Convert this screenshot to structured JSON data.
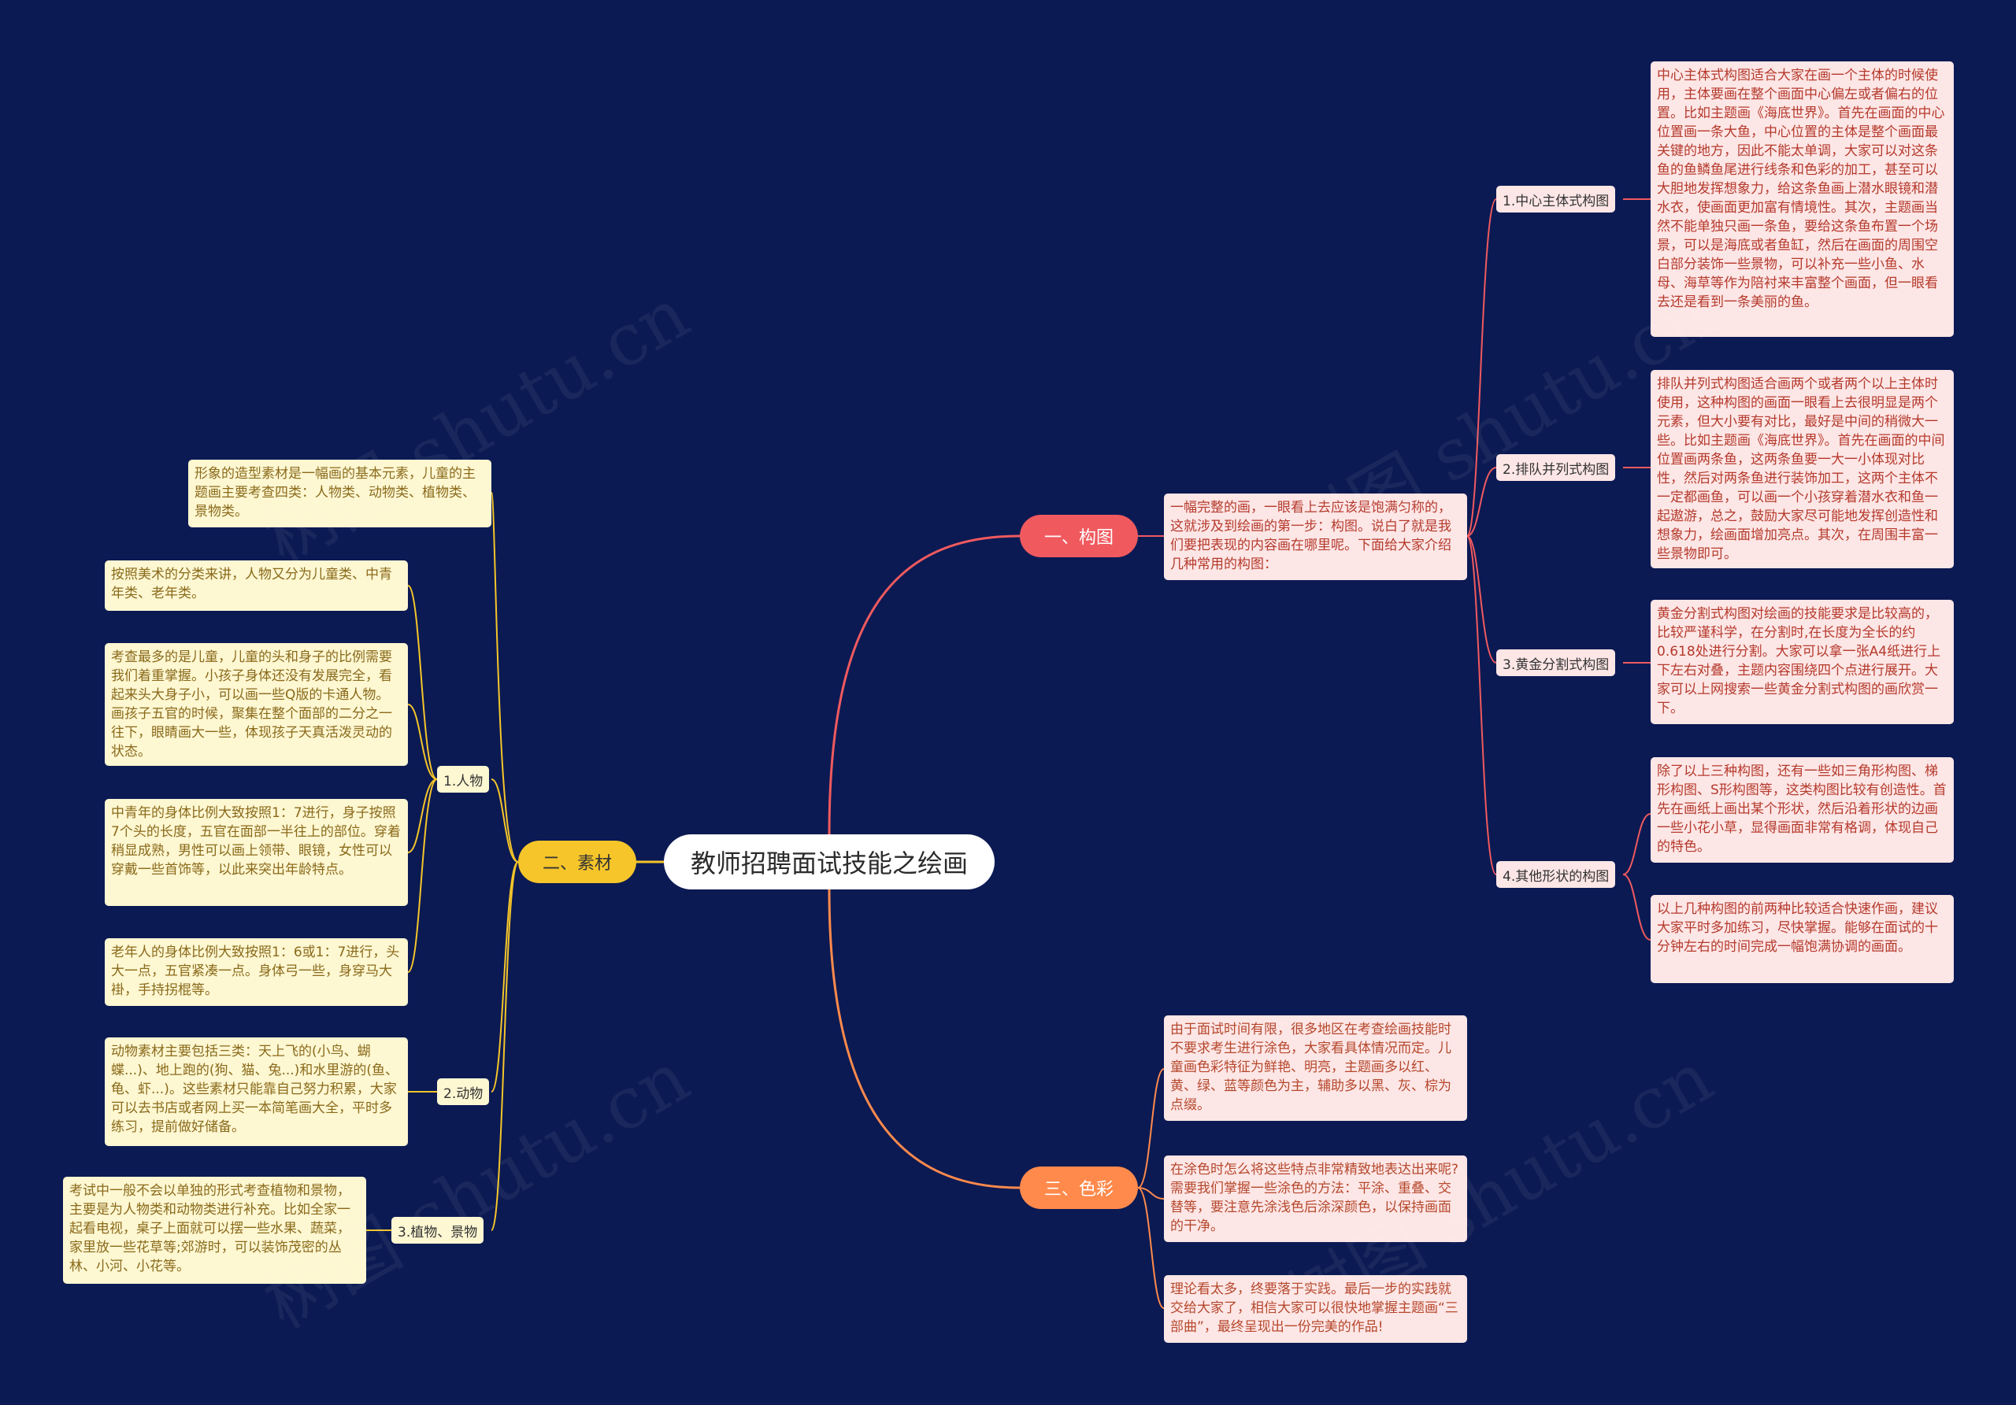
{
  "root": {
    "label": "教师招聘面试技能之绘画"
  },
  "branch1": {
    "label": "一、构图",
    "intro": "一幅完整的画，一眼看上去应该是饱满匀称的，这就涉及到绘画的第一步：构图。说白了就是我们要把表现的内容画在哪里呢。下面给大家介绍几种常用的构图：",
    "items": [
      {
        "label": "1.中心主体式构图",
        "texts": [
          "中心主体式构图适合大家在画一个主体的时候使用，主体要画在整个画面中心偏左或者偏右的位置。比如主题画《海底世界》。首先在画面的中心位置画一条大鱼，中心位置的主体是整个画面最关键的地方，因此不能太单调，大家可以对这条鱼的鱼鳞鱼尾进行线条和色彩的加工，甚至可以大胆地发挥想象力，给这条鱼画上潜水眼镜和潜水衣，使画面更加富有情境性。其次，主题画当然不能单独只画一条鱼，要给这条鱼布置一个场景，可以是海底或者鱼缸，然后在画面的周围空白部分装饰一些景物，可以补充一些小鱼、水母、海草等作为陪衬来丰富整个画面，但一眼看去还是看到一条美丽的鱼。"
        ]
      },
      {
        "label": "2.排队并列式构图",
        "texts": [
          "排队并列式构图适合画两个或者两个以上主体时使用，这种构图的画面一眼看上去很明显是两个元素，但大小要有对比，最好是中间的稍微大一些。比如主题画《海底世界》。首先在画面的中间位置画两条鱼，这两条鱼要一大一小体现对比性，然后对两条鱼进行装饰加工，这两个主体不一定都画鱼，可以画一个小孩穿着潜水衣和鱼一起遨游，总之，鼓励大家尽可能地发挥创造性和想象力，绘画面增加亮点。其次，在周围丰富一些景物即可。"
        ]
      },
      {
        "label": "3.黄金分割式构图",
        "texts": [
          "黄金分割式构图对绘画的技能要求是比较高的，比较严谨科学，在分割时,在长度为全长的约0.618处进行分割。大家可以拿一张A4纸进行上下左右对叠，主题内容围绕四个点进行展开。大家可以上网搜索一些黄金分割式构图的画欣赏一下。"
        ]
      },
      {
        "label": "4.其他形状的构图",
        "texts": [
          "除了以上三种构图，还有一些如三角形构图、梯形构图、S形构图等，这类构图比较有创造性。首先在画纸上画出某个形状，然后沿着形状的边画一些小花小草，显得画面非常有格调，体现自己的特色。",
          "以上几种构图的前两种比较适合快速作画，建议大家平时多加练习，尽快掌握。能够在面试的十分钟左右的时间完成一幅饱满协调的画面。"
        ]
      }
    ]
  },
  "branch2": {
    "label": "二、素材",
    "intro": "形象的造型素材是一幅画的基本元素，儿童的主题画主要考查四类：人物类、动物类、植物类、景物类。",
    "items": [
      {
        "label": "1.人物",
        "texts": [
          "按照美术的分类来讲，人物又分为儿童类、中青年类、老年类。",
          "考查最多的是儿童，儿童的头和身子的比例需要我们着重掌握。小孩子身体还没有发展完全，看起来头大身子小，可以画一些Q版的卡通人物。画孩子五官的时候，聚集在整个面部的二分之一往下，眼睛画大一些，体现孩子天真活泼灵动的状态。",
          "中青年的身体比例大致按照1：7进行，身子按照7个头的长度，五官在面部一半往上的部位。穿着稍显成熟，男性可以画上领带、眼镜，女性可以穿戴一些首饰等，以此来突出年龄特点。",
          "老年人的身体比例大致按照1：6或1：7进行，头大一点，五官紧凑一点。身体弓一些，身穿马大褂，手持拐棍等。"
        ]
      },
      {
        "label": "2.动物",
        "texts": [
          "动物素材主要包括三类：天上飞的(小鸟、蝴蝶...)、地上跑的(狗、猫、兔...)和水里游的(鱼、龟、虾...)。这些素材只能靠自己努力积累，大家可以去书店或者网上买一本简笔画大全，平时多练习，提前做好储备。"
        ]
      },
      {
        "label": "3.植物、景物",
        "texts": [
          "考试中一般不会以单独的形式考查植物和景物，主要是为人物类和动物类进行补充。比如全家一起看电视，桌子上面就可以摆一些水果、蔬菜，家里放一些花草等;郊游时，可以装饰茂密的丛林、小河、小花等。"
        ]
      }
    ]
  },
  "branch3": {
    "label": "三、色彩",
    "texts": [
      "由于面试时间有限，很多地区在考查绘画技能时不要求考生进行涂色，大家看具体情况而定。儿童画色彩特征为鲜艳、明亮，主题画多以红、黄、绿、蓝等颜色为主，辅助多以黑、灰、棕为点缀。",
      "在涂色时怎么将这些特点非常精致地表达出来呢?需要我们掌握一些涂色的方法：平涂、重叠、交替等，要注意先涂浅色后涂深颜色，以保持画面的干净。",
      "理论看太多，终要落于实践。最后一步的实践就交给大家了，相信大家可以很快地掌握主题画“三部曲”，最终呈现出一份完美的作品!"
    ]
  },
  "colors": {
    "background": "#0b1a53",
    "branch1": "#f05a5f",
    "branch2": "#f5c52a",
    "branch3": "#ff8a4c"
  }
}
